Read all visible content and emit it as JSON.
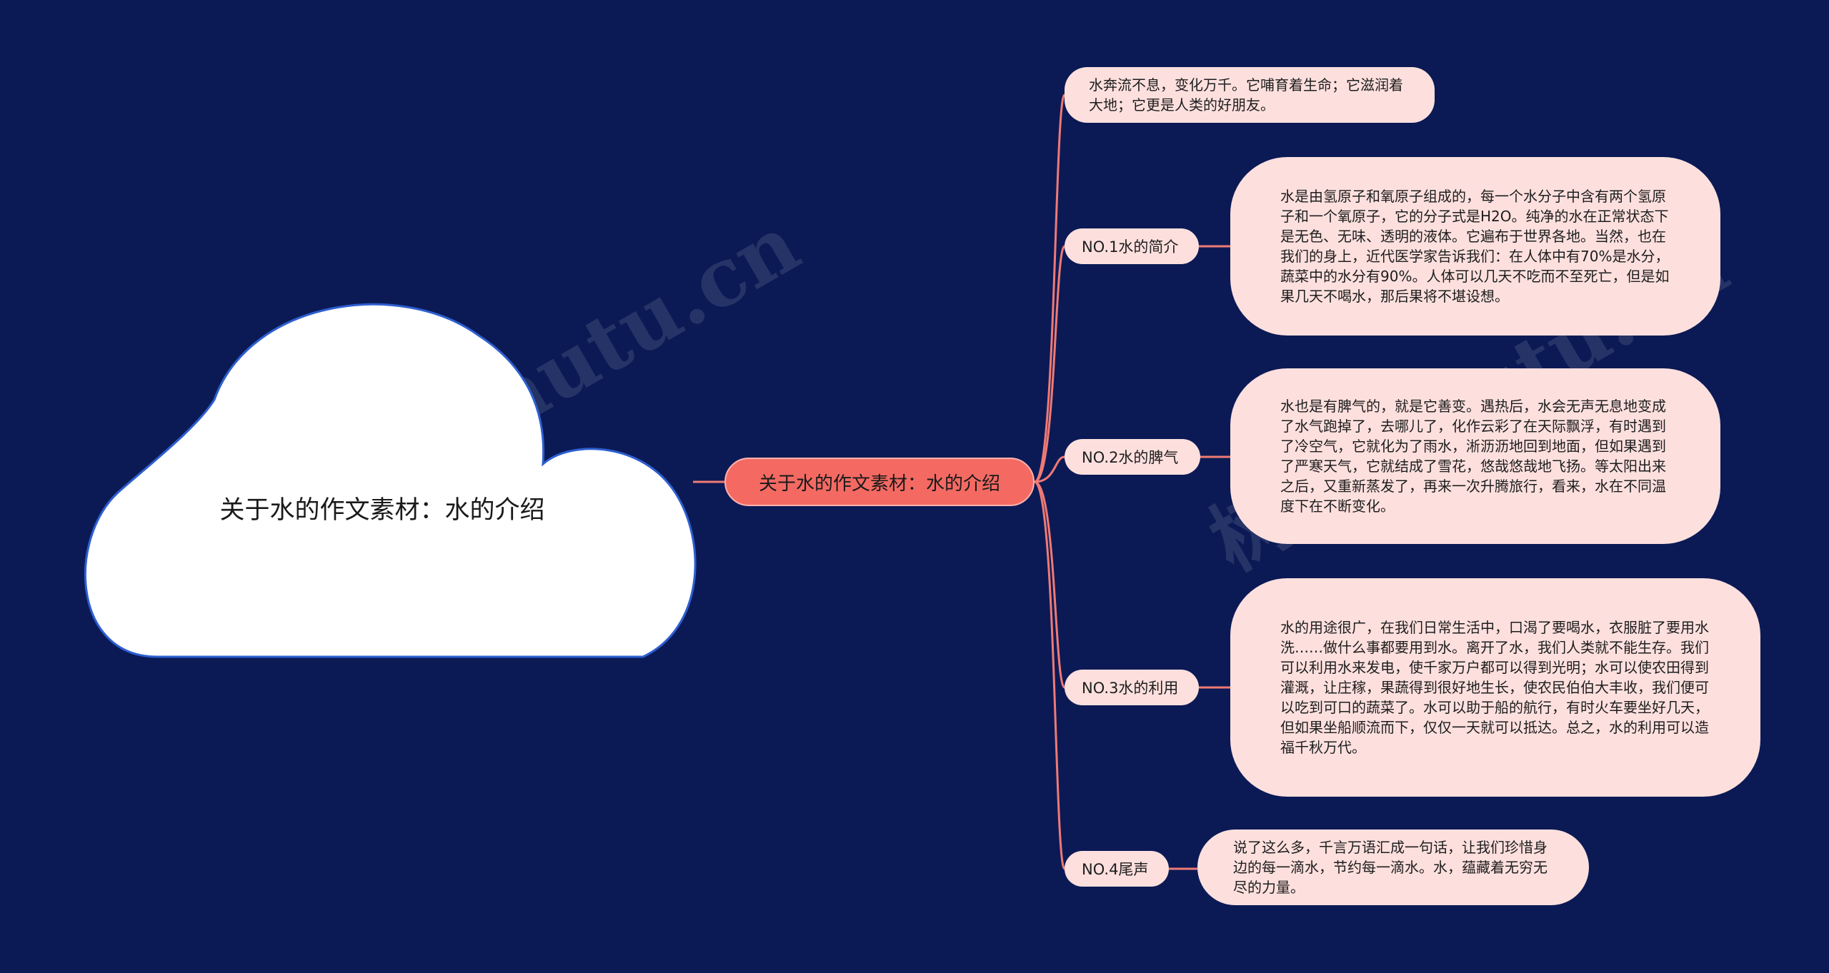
{
  "watermark": "树图 shutu.cn",
  "cloud": {
    "title": "关于水的作文素材：水的介绍"
  },
  "center": {
    "label": "关于水的作文素材：水的介绍"
  },
  "intro": "水奔流不息，变化万千。它哺育着生命；它滋润着大地；它更是人类的好朋友。",
  "branches": [
    {
      "label": "NO.1水的简介",
      "detail": "水是由氢原子和氧原子组成的，每一个水分子中含有两个氢原子和一个氧原子，它的分子式是H2O。纯净的水在正常状态下是无色、无味、透明的液体。它遍布于世界各地。当然，也在我们的身上，近代医学家告诉我们：在人体中有70%是水分，蔬菜中的水分有90%。人体可以几天不吃而不至死亡，但是如果几天不喝水，那后果将不堪设想。"
    },
    {
      "label": "NO.2水的脾气",
      "detail": "水也是有脾气的，就是它善变。遇热后，水会无声无息地变成了水气跑掉了，去哪儿了，化作云彩了在天际飘浮，有时遇到了冷空气，它就化为了雨水，淅沥沥地回到地面，但如果遇到了严寒天气，它就结成了雪花，悠哉悠哉地飞扬。等太阳出来之后，又重新蒸发了，再来一次升腾旅行，看来，水在不同温度下在不断变化。"
    },
    {
      "label": "NO.3水的利用",
      "detail": "水的用途很广，在我们日常生活中，口渴了要喝水，衣服脏了要用水洗……做什么事都要用到水。离开了水，我们人类就不能生存。我们可以利用水来发电，使千家万户都可以得到光明；水可以使农田得到灌溉，让庄稼，果蔬得到很好地生长，使农民伯伯大丰收，我们便可以吃到可口的蔬菜了。水可以助于船的航行，有时火车要坐好几天，但如果坐船顺流而下，仅仅一天就可以抵达。总之，水的利用可以造福千秋万代。"
    },
    {
      "label": "NO.4尾声",
      "detail": "说了这么多，千言万语汇成一句话，让我们珍惜身边的每一滴水，节约每一滴水。水，蕴藏着无穷无尽的力量。"
    }
  ],
  "colors": {
    "background": "#0b1a55",
    "line": "#f07a74",
    "center_fill": "#f46a63",
    "node_fill": "#fde0de",
    "cloud_fill": "#ffffff"
  }
}
